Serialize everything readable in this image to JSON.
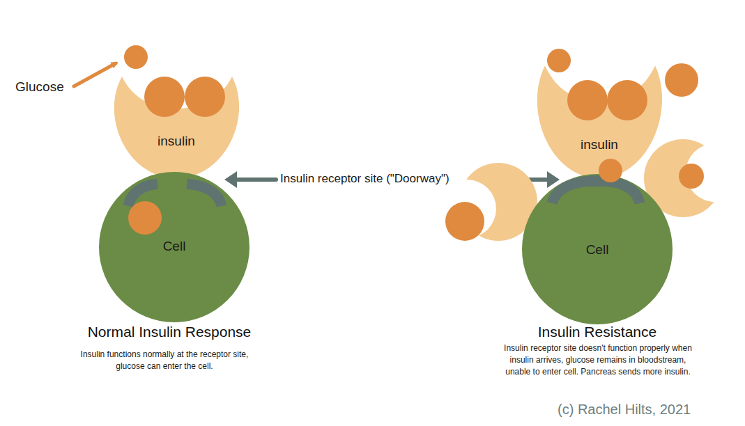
{
  "diagram": {
    "nodes": [
      {
        "text": [
          "insulin"
        ]
      },
      {
        "text": [
          "Cell"
        ]
      },
      {
        "text": [
          "insulin"
        ]
      },
      {
        "text": [
          "Cell"
        ]
      }
    ],
    "labels": [
      "Glucose",
      "Insulin receptor site (\"Doorway\")",
      "Normal Insulin Response",
      "Insulin functions normally at the receptor site, glucose can enter the cell.",
      "Insulin Resistance",
      "Insulin receptor site doesn't function properly when insulin arrives, glucose remains in bloodstream, unable to enter cell. Pancreas sends more insulin.",
      "(c) Rachel Hilts, 2021"
    ]
  }
}
